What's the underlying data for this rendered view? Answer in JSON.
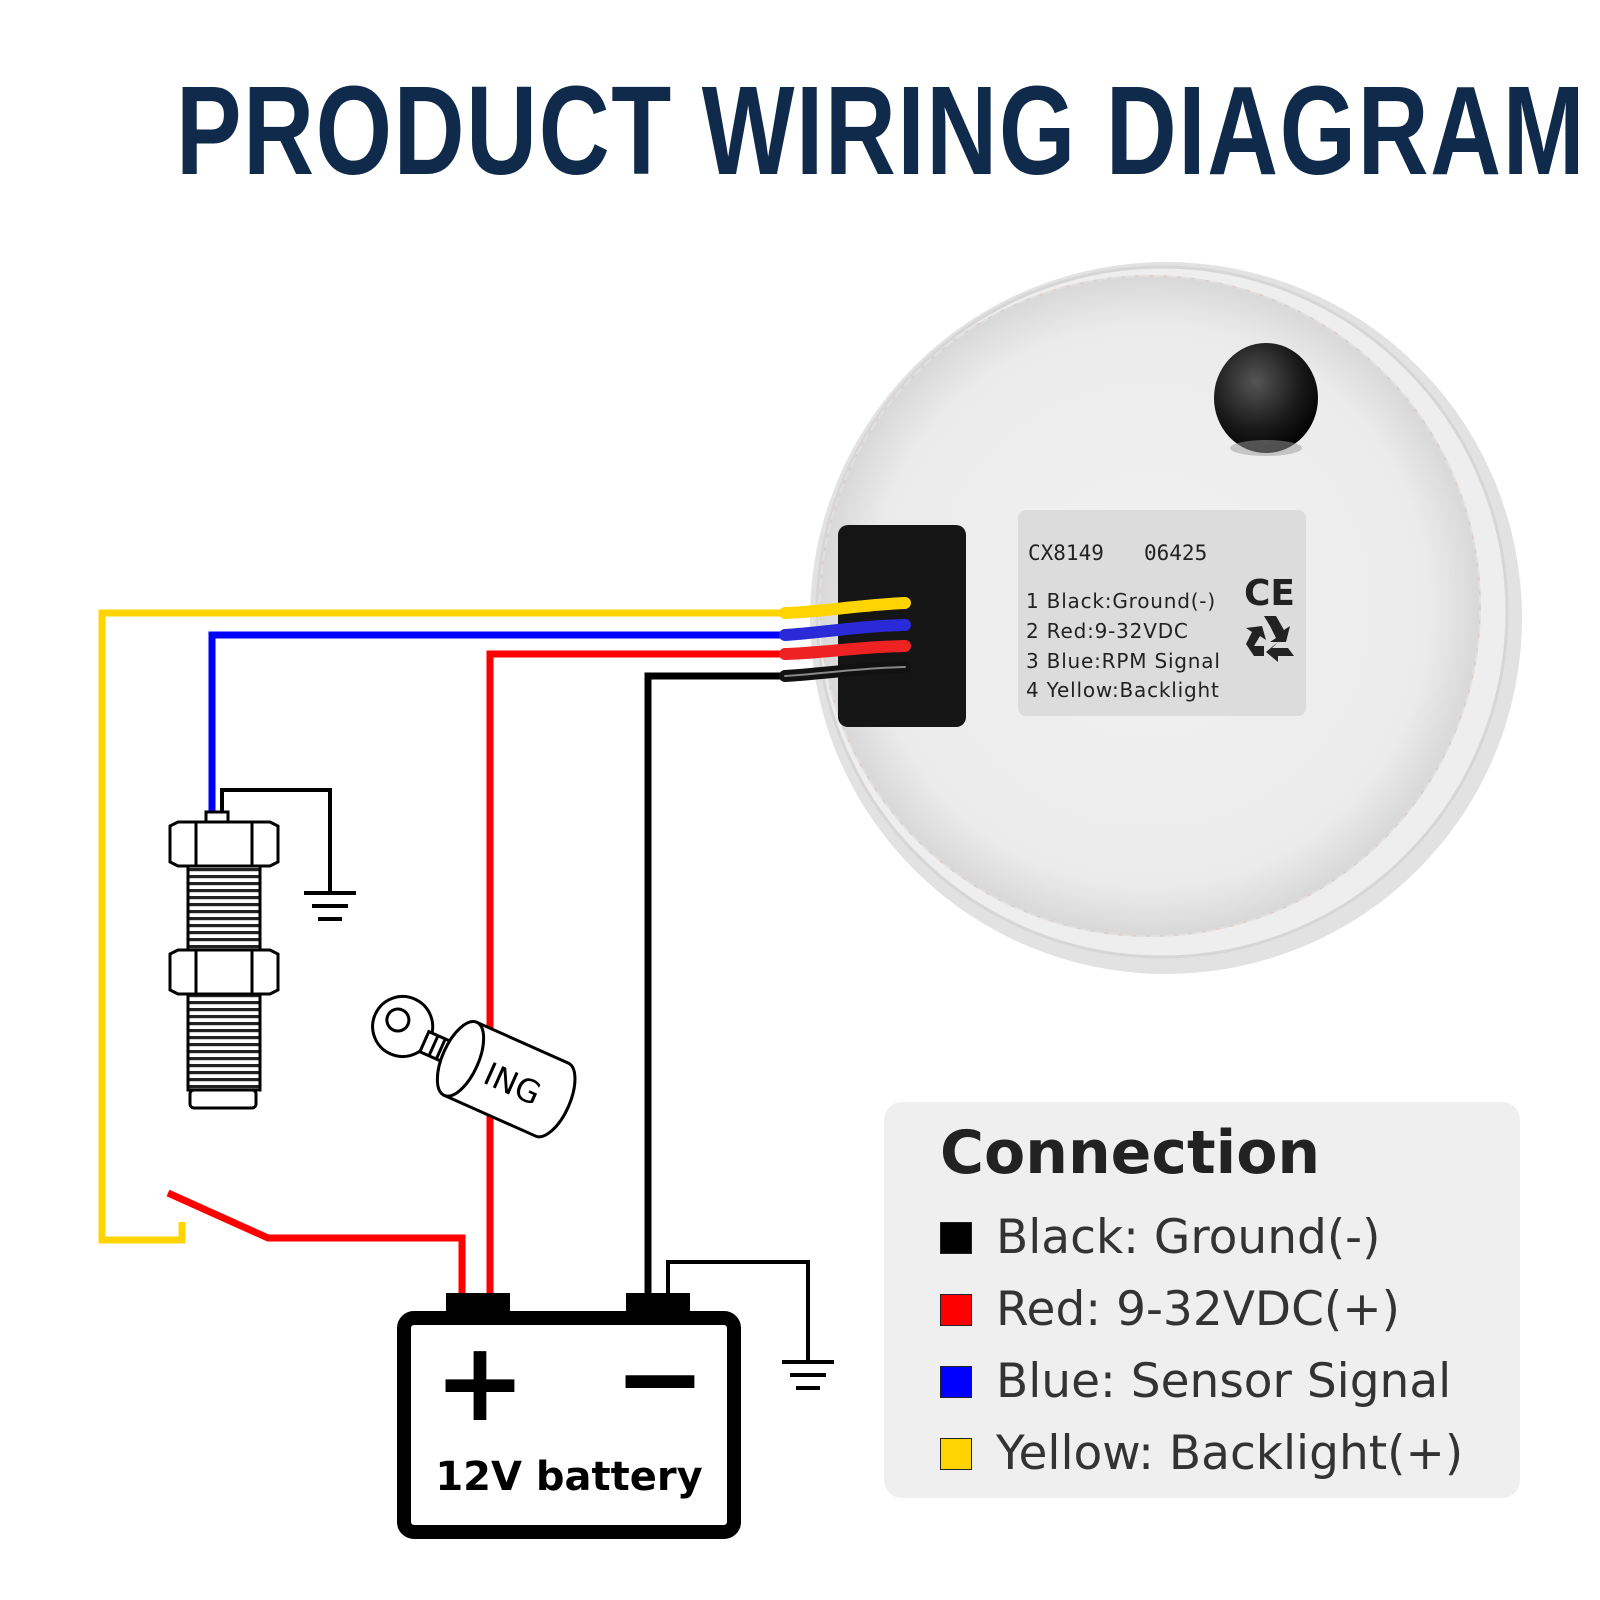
{
  "title": "PRODUCT WIRING DIAGRAM",
  "gauge_label": {
    "model": "CX8149",
    "code": "06425",
    "lines": [
      "1 Black:Ground(-)",
      "2 Red:9-32VDC",
      "3 Blue:RPM Signal",
      "4 Yellow:Backlight"
    ],
    "ce_mark": "CE"
  },
  "ignition_label": "ING",
  "battery": {
    "plus": "+",
    "minus": "−",
    "label": "12V battery"
  },
  "legend": {
    "title": "Connection",
    "items": [
      {
        "color": "#000000",
        "label": "Black: Ground(-)"
      },
      {
        "color": "#ff0000",
        "label": "Red: 9-32VDC(+)"
      },
      {
        "color": "#0000ff",
        "label": "Blue: Sensor Signal"
      },
      {
        "color": "#ffd400",
        "label": "Yellow: Backlight(+)"
      }
    ]
  },
  "wire_colors": {
    "yellow": "#ffd400",
    "blue": "#0000ff",
    "red": "#ff0000",
    "black": "#000000"
  }
}
